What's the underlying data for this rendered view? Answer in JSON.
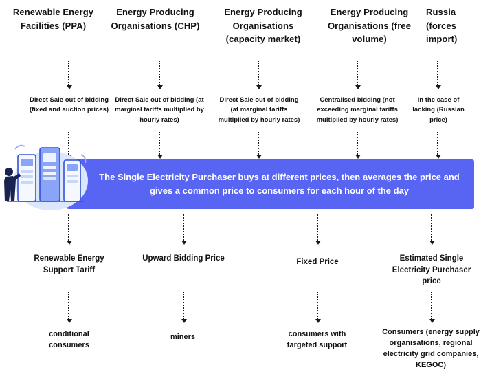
{
  "banner": {
    "text": "The Single Electricity Purchaser buys at different prices, then averages the price and gives a common price to consumers for each hour of the day",
    "background": "#5865f2",
    "text_color": "#ffffff"
  },
  "sources": [
    {
      "name": "Renewable Energy Facilities (PPA)",
      "sale_method": "Direct Sale out of bidding (fixed and auction prices)"
    },
    {
      "name": "Energy Producing Organisations (CHP)",
      "sale_method": "Direct Sale out of bidding (at marginal tariffs multiplied by hourly rates)"
    },
    {
      "name": "Energy Producing Organisations (capacity market)",
      "sale_method": "Direct Sale out of bidding (at marginal tariffs multiplied by hourly rates)"
    },
    {
      "name": "Energy Producing Organisations (free volume)",
      "sale_method": "Centralised bidding (not exceeding marginal tariffs multiplied by hourly rates)"
    },
    {
      "name": "Russia (forces import)",
      "sale_method": "In the case of lacking (Russian price)"
    }
  ],
  "outputs": [
    {
      "price": "Renewable Energy Support Tariff",
      "consumers": "conditional consumers"
    },
    {
      "price": "Upward Bidding Price",
      "consumers": "miners"
    },
    {
      "price": "Fixed Price",
      "consumers": "consumers with targeted support"
    },
    {
      "price": "Estimated Single Electricity Purchaser price",
      "consumers": "Consumers (energy supply organisations, regional electricity grid companies, KEGOC)"
    }
  ],
  "icons": {
    "illustration": "person-with-electricity-cabinets",
    "arrow": "dotted-arrow-down"
  }
}
